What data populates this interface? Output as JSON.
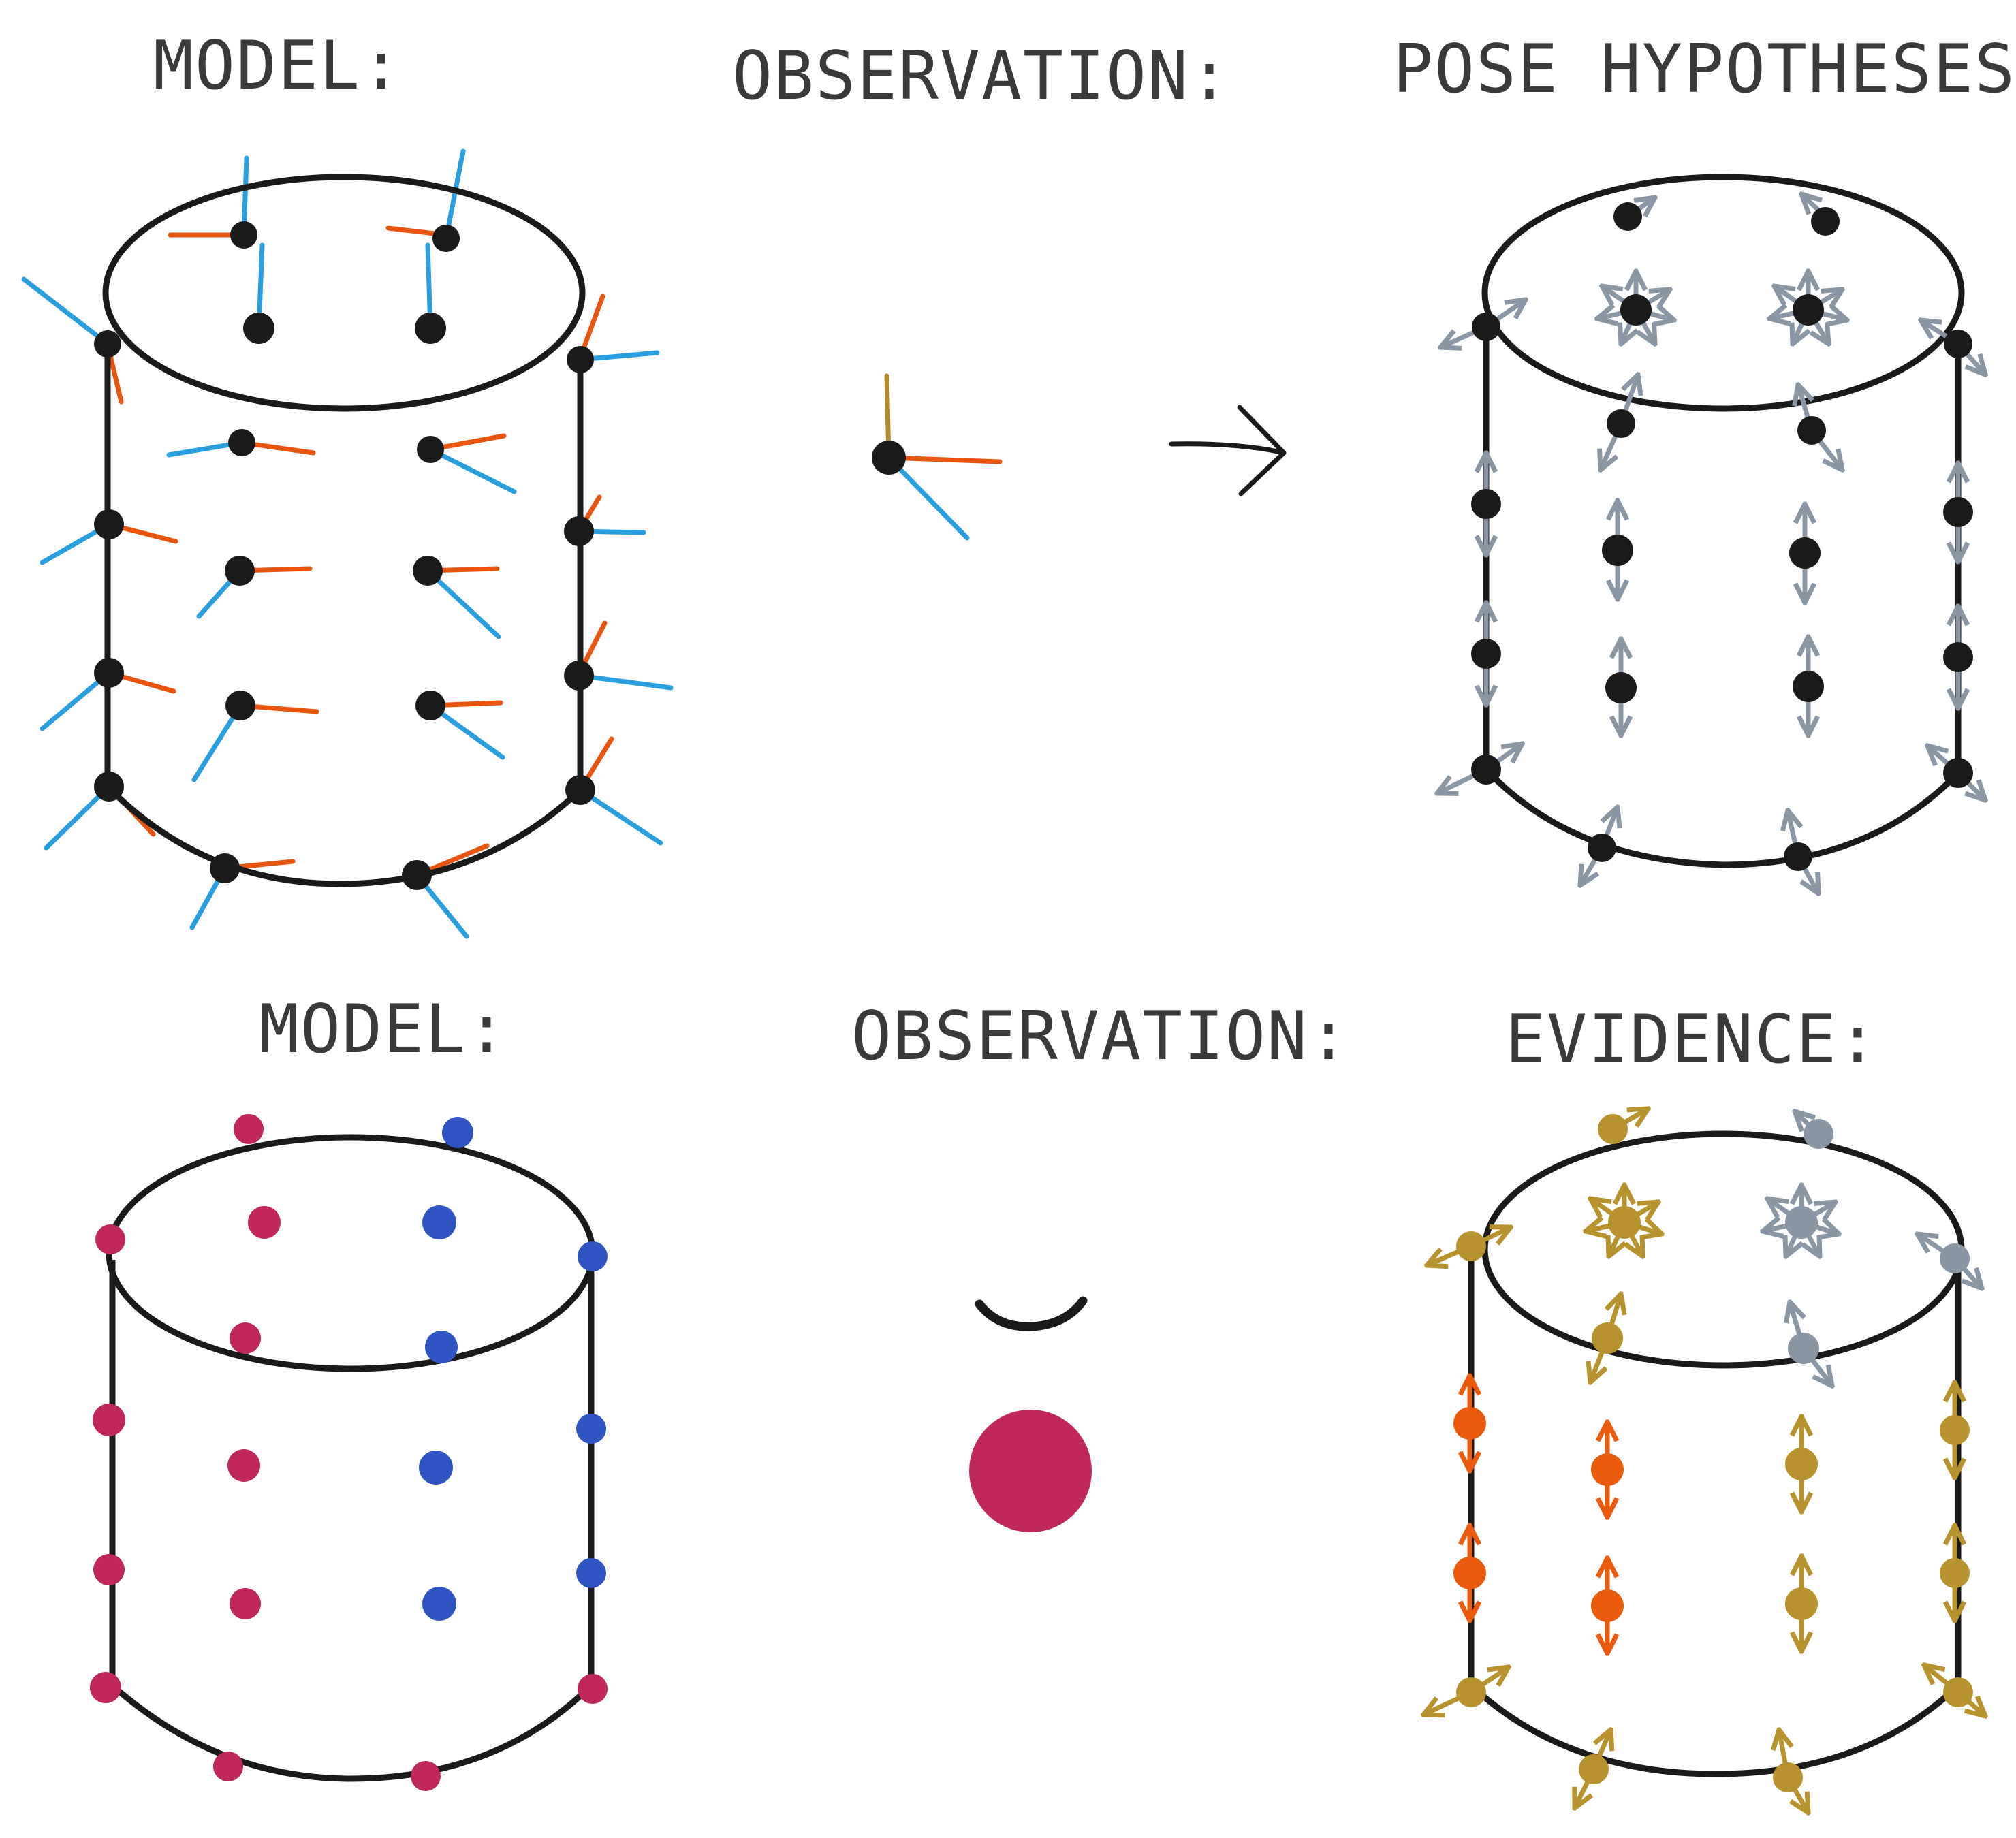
{
  "labels": {
    "top_model": "MODEL:",
    "top_observation": "OBSERVATION:",
    "top_pose": "POSE HYPOTHESES:",
    "bottom_model": "MODEL:",
    "bottom_observation": "OBSERVATION:",
    "bottom_evidence": "EVIDENCE:"
  },
  "colors": {
    "outline": "#1a1a1a",
    "normal_axis": "#2a9fe0",
    "curvature_axis": "#e8550f",
    "third_axis": "#b08a2e",
    "hypothesis_arrow": "#8a96a3",
    "feature_magenta": "#bf2858",
    "feature_blue": "#2f55c4",
    "evidence_gold": "#b8922e",
    "evidence_orange": "#ea5a0c",
    "evidence_gray": "#8a96a3"
  },
  "icons": {
    "arrow": "right-arrow-icon"
  }
}
